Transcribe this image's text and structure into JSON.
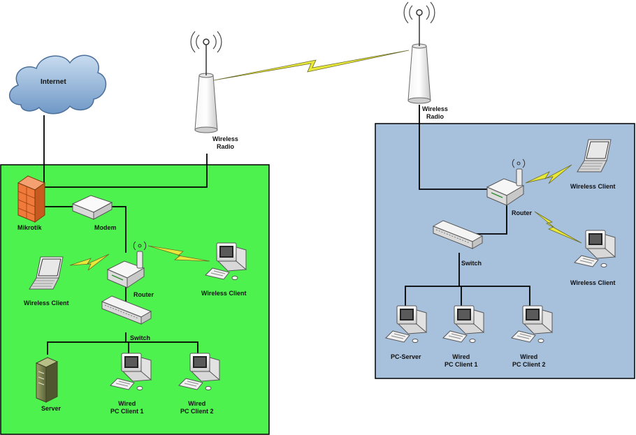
{
  "labels": {
    "internet": "Internet",
    "wireless_radio_left": [
      "Wireless",
      "Radio"
    ],
    "wireless_radio_right": [
      "Wireless",
      "Radio"
    ],
    "mikrotik": "Mikrotik",
    "modem": "Modem",
    "router_left": "Router",
    "wireless_client_left_laptop": "Wireless Client",
    "wireless_client_left_pc": "Wireless Client",
    "switch_left": "Switch",
    "server": "Server",
    "wired_client_1_left": [
      "Wired",
      "PC Client 1"
    ],
    "wired_client_2_left": [
      "Wired",
      "PC Client 2"
    ],
    "router_right": "Router",
    "switch_right": "Switch",
    "wireless_client_right_laptop": "Wireless Client",
    "wireless_client_right_pc": "Wireless Client",
    "pc_server": "PC-Server",
    "wired_client_1_right": [
      "Wired",
      "PC Client 1"
    ],
    "wired_client_2_right": [
      "Wired",
      "PC Client 2"
    ]
  },
  "colors": {
    "left_network_fill": "#4ef24e",
    "right_network_fill": "#a7c0dc",
    "link_lightning": "#e8e83a",
    "cable": "#000000"
  },
  "icons": [
    "cloud-icon",
    "antenna-tower-icon",
    "firewall-icon",
    "modem-icon",
    "router-icon",
    "laptop-icon",
    "desktop-pc-icon",
    "switch-icon",
    "server-tower-icon",
    "lightning-link-icon"
  ]
}
